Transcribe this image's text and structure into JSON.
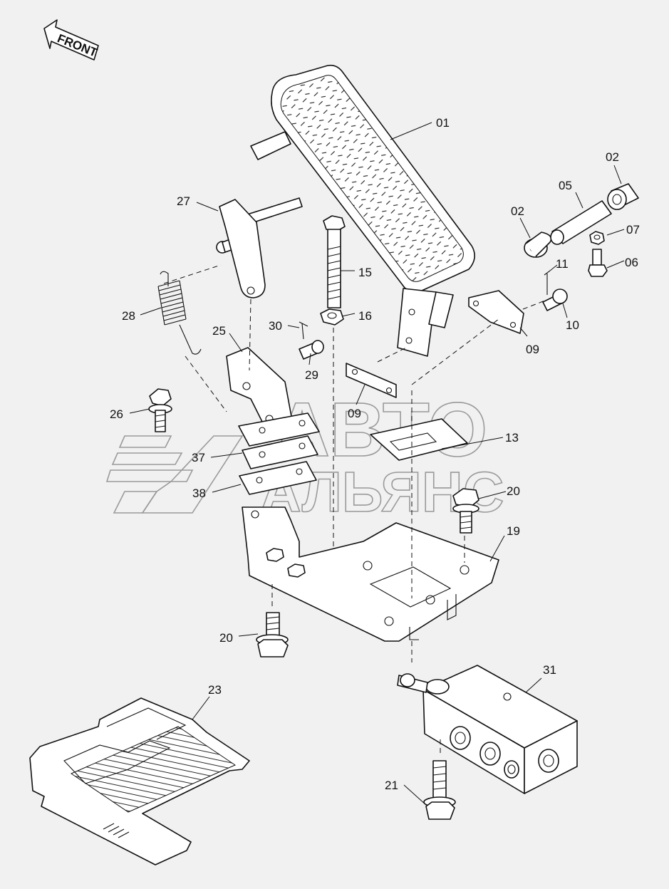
{
  "front_arrow": {
    "text": "FRONT"
  },
  "watermark": {
    "line1": "АВТО",
    "line2": "АЛЬЯНС"
  },
  "callouts": [
    {
      "key": "c01",
      "text": "01"
    },
    {
      "key": "c02a",
      "text": "02"
    },
    {
      "key": "c02b",
      "text": "02"
    },
    {
      "key": "c05",
      "text": "05"
    },
    {
      "key": "c06",
      "text": "06"
    },
    {
      "key": "c07",
      "text": "07"
    },
    {
      "key": "c09a",
      "text": "09"
    },
    {
      "key": "c09b",
      "text": "09"
    },
    {
      "key": "c10",
      "text": "10"
    },
    {
      "key": "c11",
      "text": "11"
    },
    {
      "key": "c13",
      "text": "13"
    },
    {
      "key": "c15",
      "text": "15"
    },
    {
      "key": "c16",
      "text": "16"
    },
    {
      "key": "c19",
      "text": "19"
    },
    {
      "key": "c20a",
      "text": "20"
    },
    {
      "key": "c20b",
      "text": "20"
    },
    {
      "key": "c21",
      "text": "21"
    },
    {
      "key": "c23",
      "text": "23"
    },
    {
      "key": "c25",
      "text": "25"
    },
    {
      "key": "c26",
      "text": "26"
    },
    {
      "key": "c27",
      "text": "27"
    },
    {
      "key": "c28",
      "text": "28"
    },
    {
      "key": "c29",
      "text": "29"
    },
    {
      "key": "c30",
      "text": "30"
    },
    {
      "key": "c31",
      "text": "31"
    },
    {
      "key": "c37",
      "text": "37"
    },
    {
      "key": "c38",
      "text": "38"
    }
  ]
}
